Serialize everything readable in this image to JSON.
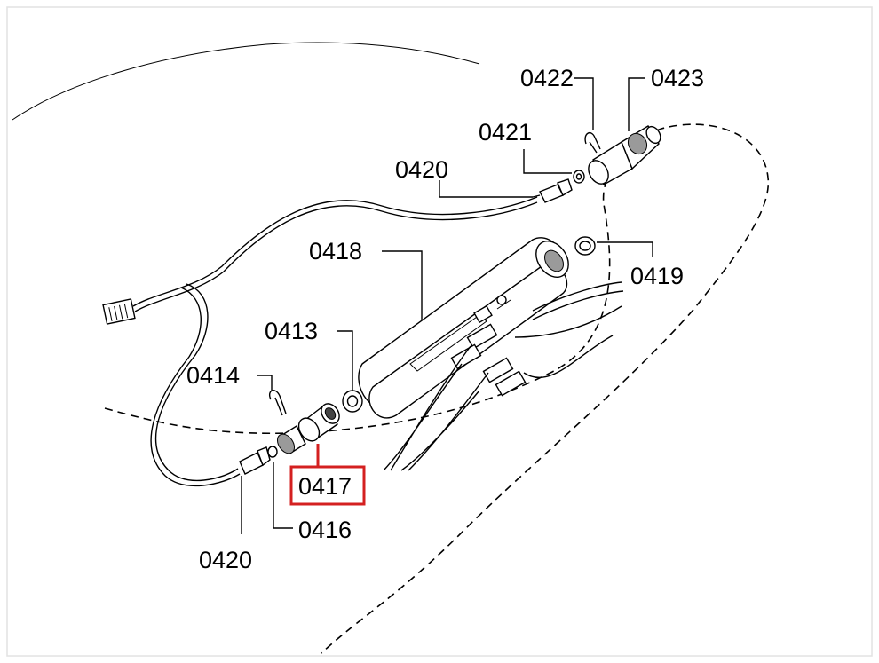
{
  "diagram": {
    "highlight_color": "#d42020",
    "highlighted_part": "0417",
    "callouts": {
      "p0422": "0422",
      "p0423": "0423",
      "p0421": "0421",
      "p0420_top": "0420",
      "p0418": "0418",
      "p0419": "0419",
      "p0413": "0413",
      "p0414": "0414",
      "p0417": "0417",
      "p0416": "0416",
      "p0420_bottom": "0420"
    }
  }
}
